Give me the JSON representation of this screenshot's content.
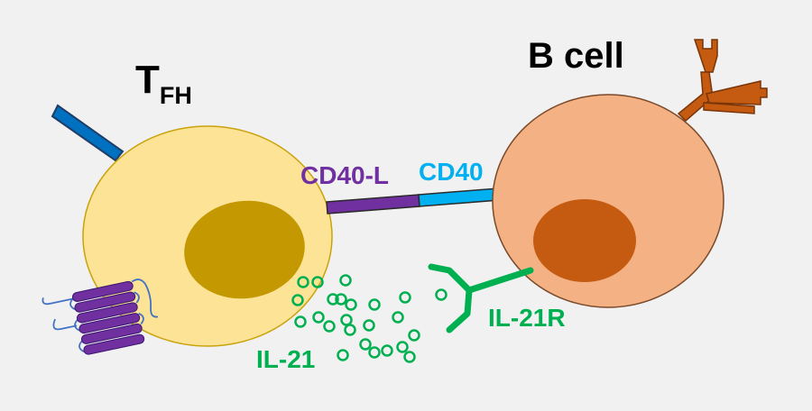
{
  "labels": {
    "tfh_main": "T",
    "tfh_sub": "FH",
    "b_cell": "B cell",
    "cd40l": "CD40-L",
    "cd40": "CD40",
    "il21": "IL-21",
    "il21r": "IL-21R"
  },
  "colors": {
    "background": "#f1f1f1",
    "tfh_cell": "#fde396",
    "tfh_nucleus": "#c49800",
    "b_cell": "#f4b183",
    "b_nucleus": "#c55a11",
    "tcr": "#0070c0",
    "cd40l": "#7030a0",
    "cd40": "#00b0f0",
    "il21": "#00b050",
    "antibody": "#c55a11",
    "membrane_protein": "#7030a0",
    "membrane_loop": "#4472c4"
  }
}
